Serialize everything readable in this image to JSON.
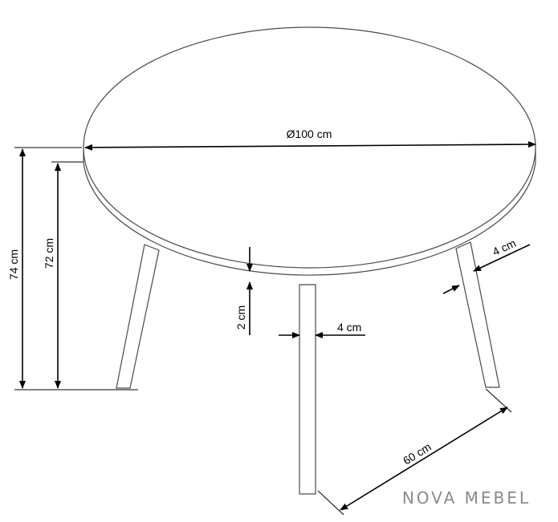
{
  "dimensions": {
    "diameter": "Ø100 cm",
    "height_total": "74 cm",
    "height_frame": "72 cm",
    "top_thickness": "2 cm",
    "leg_width_front": "4 cm",
    "leg_width_side": "4 cm",
    "leg_spread": "60 cm"
  },
  "brand": {
    "logo_text": "NOVA MEBEL"
  },
  "colors": {
    "outline": "#4a4a4a",
    "dimension": "#000000",
    "brand": "#8a8a8a"
  }
}
